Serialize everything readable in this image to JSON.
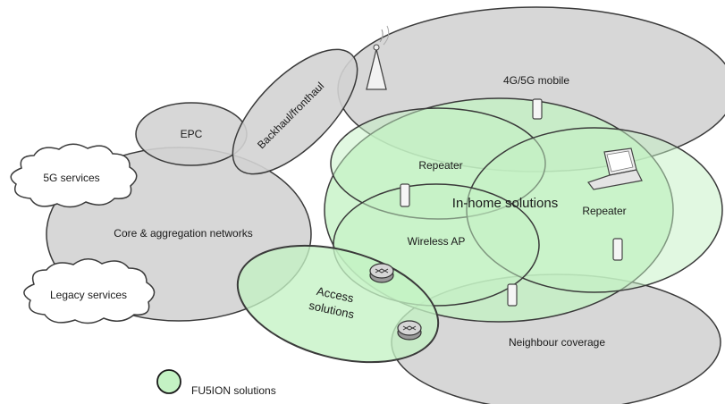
{
  "labels": {
    "mobile": "4G/5G mobile",
    "epc": "EPC",
    "backhaul": "Backhaul/fronthaul",
    "services_5g": "5G services",
    "legacy": "Legacy services",
    "core": "Core & aggregation networks",
    "repeater_left": "Repeater",
    "repeater_right": "Repeater",
    "inhome": "In-home solutions",
    "wireless_ap": "Wireless AP",
    "access_line1": "Access",
    "access_line2": "solutions",
    "neighbour": "Neighbour coverage",
    "legend": "FU5ION solutions"
  },
  "colors": {
    "grey_fill": "#d3d3d3",
    "green_fill": "#c4f2c4",
    "outline": "#3a3a3a",
    "cloud_fill": "#ffffff"
  },
  "icons": [
    "antenna-tower-icon",
    "phone-icon",
    "laptop-icon",
    "router-icon"
  ]
}
